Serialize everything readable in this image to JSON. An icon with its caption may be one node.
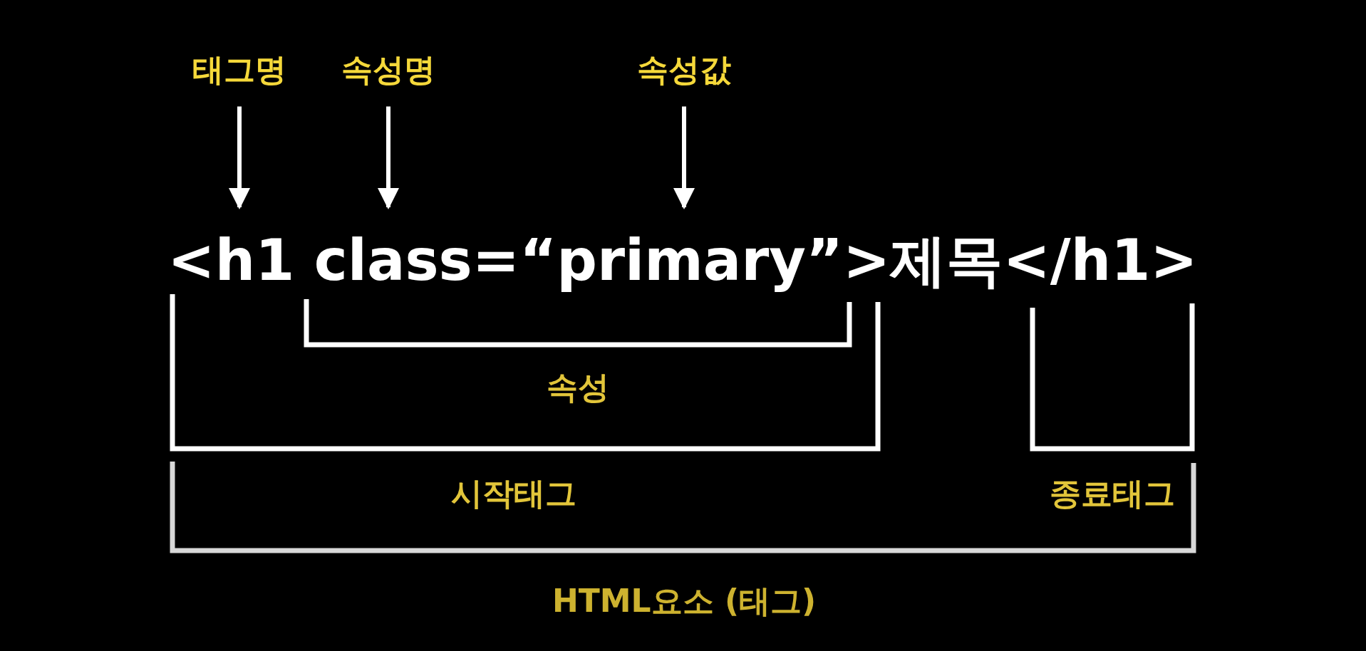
{
  "diagram": {
    "nodes": [
      {
        "text": [
          "태그명"
        ]
      },
      {
        "text": [
          "속성명"
        ]
      },
      {
        "text": [
          "속성값"
        ]
      }
    ],
    "edges": [
      {
        "from": 0,
        "to": null,
        "arrow": "to"
      },
      {
        "from": 1,
        "to": null,
        "arrow": "to"
      },
      {
        "from": 2,
        "to": null,
        "arrow": "to"
      }
    ],
    "labels": [
      "<h1 class=“primary”>제목</h1>",
      "속성",
      "시작태그",
      "종료태그",
      "HTML요소 (태그)"
    ]
  }
}
